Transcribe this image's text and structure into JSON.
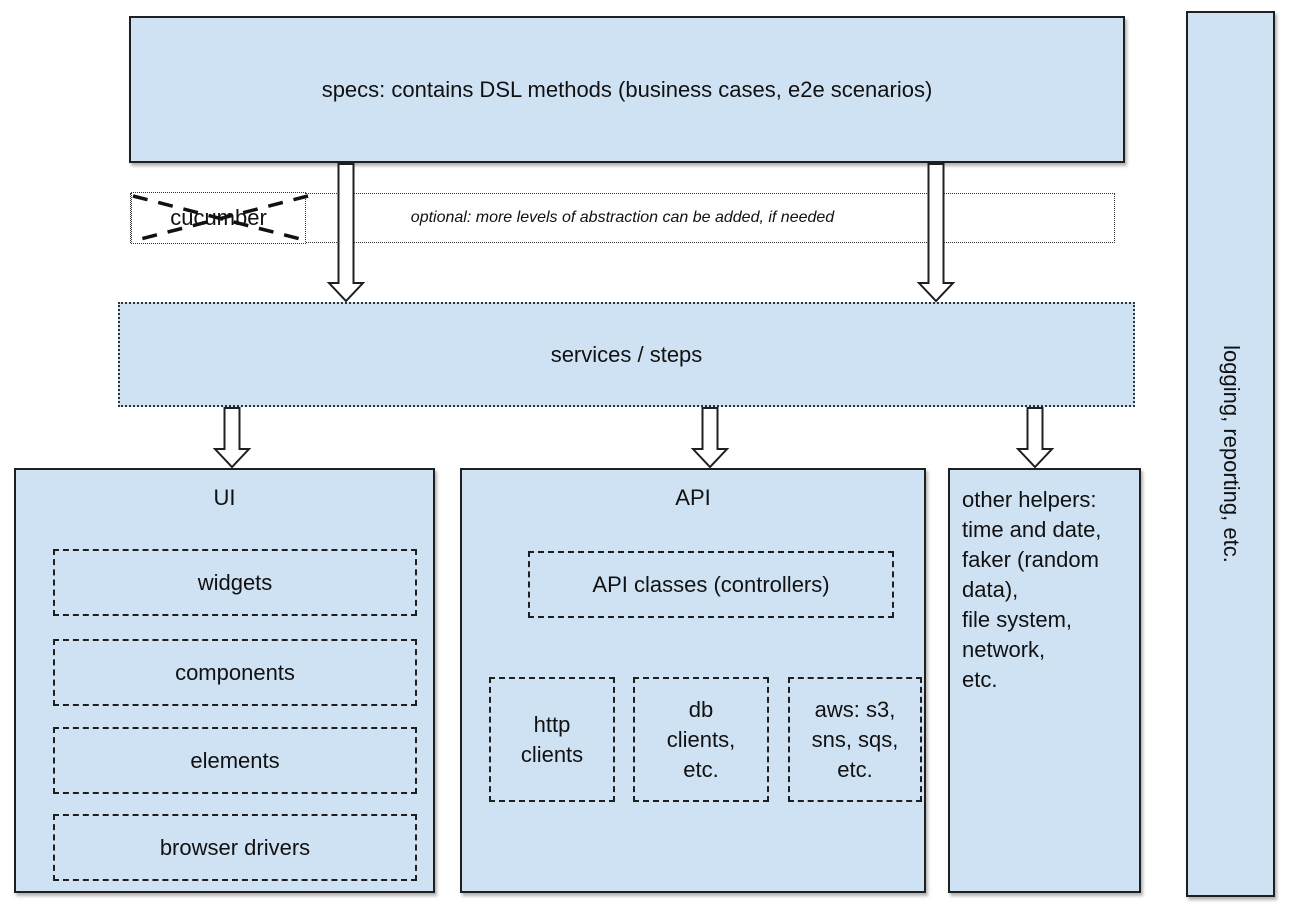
{
  "colors": {
    "box_fill": "#cfe2f3",
    "border": "#1f1f1f",
    "page_background": "#ffffff",
    "arrow_fill": "#ffffff"
  },
  "specs_box": {
    "label": "specs: contains DSL methods (business cases, e2e scenarios)"
  },
  "cucumber_box": {
    "label": "cucumber",
    "crossed_out": true
  },
  "optional_note": {
    "label": "optional: more levels of abstraction can be added, if needed"
  },
  "services_box": {
    "label": "services / steps"
  },
  "ui_box": {
    "title": "UI",
    "layers": [
      {
        "label": "widgets"
      },
      {
        "label": "components"
      },
      {
        "label": "elements"
      },
      {
        "label": "browser drivers"
      }
    ]
  },
  "api_box": {
    "title": "API",
    "controllers_box": {
      "label": "API classes (controllers)"
    },
    "client_boxes": [
      {
        "lines": [
          "http",
          "clients"
        ]
      },
      {
        "lines": [
          "db",
          "clients,",
          "etc."
        ]
      },
      {
        "lines": [
          "aws: s3,",
          "sns, sqs,",
          "etc."
        ]
      }
    ]
  },
  "helpers_box": {
    "lines": [
      "other helpers:",
      "time and date,",
      "faker (random",
      "data),",
      "file system,",
      "network,",
      "etc."
    ]
  },
  "logging_box": {
    "label": "logging, reporting, etc."
  }
}
